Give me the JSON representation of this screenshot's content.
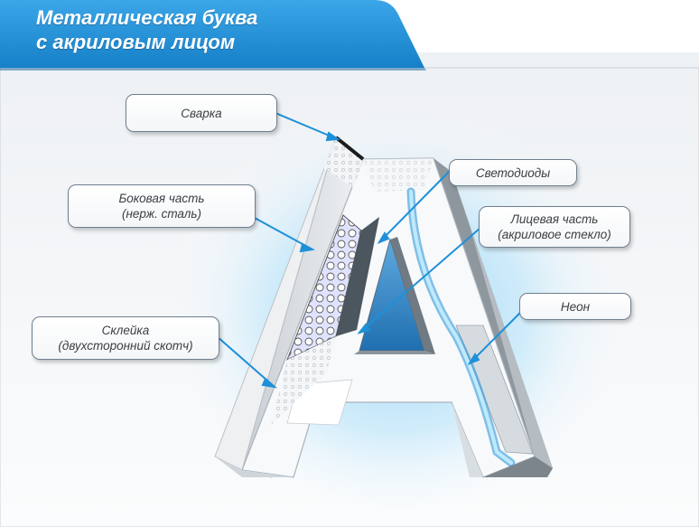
{
  "title": {
    "line1": "Металлическая буква",
    "line2": "с акриловым лицом"
  },
  "labels": {
    "welding": "Сварка",
    "side_line1": "Боковая часть",
    "side_line2": "(нерж. сталь)",
    "glue_line1": "Склейка",
    "glue_line2": "(двухсторонний скотч)",
    "leds": "Светодиоды",
    "face_line1": "Лицевая часть",
    "face_line2": "(акриловое стекло)",
    "neon": "Неон"
  },
  "colors": {
    "banner": "#1f8fd6",
    "glow": "#8ed4f7",
    "leader": "#1e90d8",
    "steel": "#e9ecee",
    "acrylic": "#f7f9fb",
    "inner_blue": "#2d7fc0"
  }
}
